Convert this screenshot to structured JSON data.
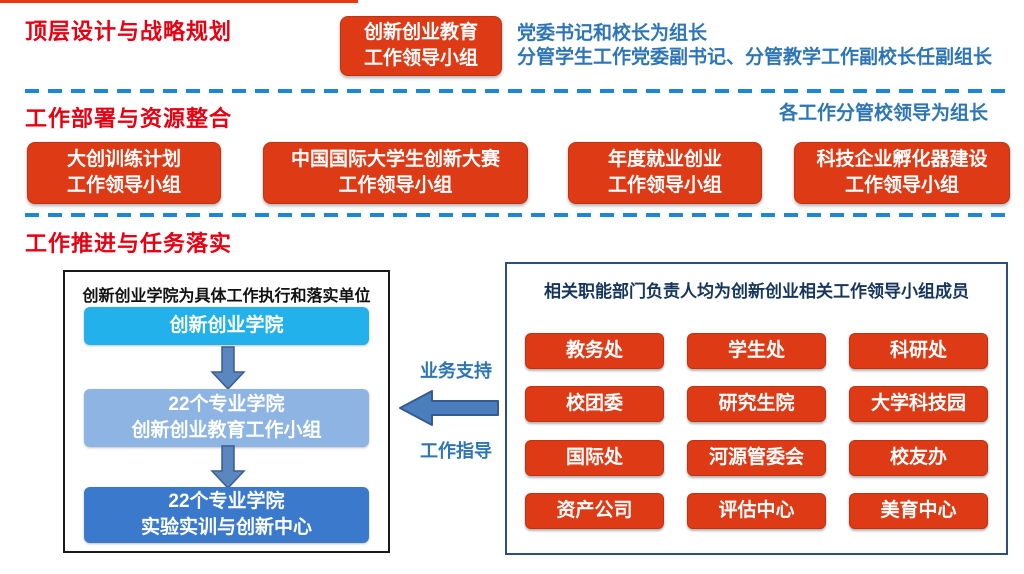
{
  "colors": {
    "box_red": "#de3a15",
    "heading_red": "#e60012",
    "note_blue": "#2e75b6",
    "dashed_blue": "#1e86d6",
    "navy_title": "#17365d",
    "cyan_box": "#22b1ea",
    "light_blue_box": "#8db4e2",
    "medium_blue_box": "#3a79cb",
    "arrow_fill": "#4a7ebd"
  },
  "top_section": {
    "heading": "顶层设计与战略规划",
    "leader_box": {
      "line1": "创新创业教育",
      "line2": "工作领导小组"
    },
    "note_line1": "党委书记和校长为组长",
    "note_line2": "分管学生工作党委副书记、分管教学工作副校长任副组长"
  },
  "middle_section": {
    "heading": "工作部署与资源整合",
    "note": "各工作分管校领导为组长",
    "boxes": [
      {
        "line1": "大创训练计划",
        "line2": "工作领导小组"
      },
      {
        "line1": "中国国际大学生创新大赛",
        "line2": "工作领导小组"
      },
      {
        "line1": "年度就业创业",
        "line2": "工作领导小组"
      },
      {
        "line1": "科技企业孵化器建设",
        "line2": "工作领导小组"
      }
    ]
  },
  "bottom_section": {
    "heading": "工作推进与任务落实",
    "left_panel": {
      "title": "创新创业学院为具体工作执行和落实单位",
      "box1_line1": "创新创业学院",
      "box2_line1": "22个专业学院",
      "box2_line2": "创新创业教育工作小组",
      "box3_line1": "22个专业学院",
      "box3_line2": "实验实训与创新中心"
    },
    "arrow_labels": {
      "top": "业务支持",
      "bottom": "工作指导"
    },
    "right_panel": {
      "title": "相关职能部门负责人均为创新创业相关工作领导小组成员",
      "departments": [
        "教务处",
        "学生处",
        "科研处",
        "校团委",
        "研究生院",
        "大学科技园",
        "国际处",
        "河源管委会",
        "校友办",
        "资产公司",
        "评估中心",
        "美育中心"
      ]
    }
  }
}
